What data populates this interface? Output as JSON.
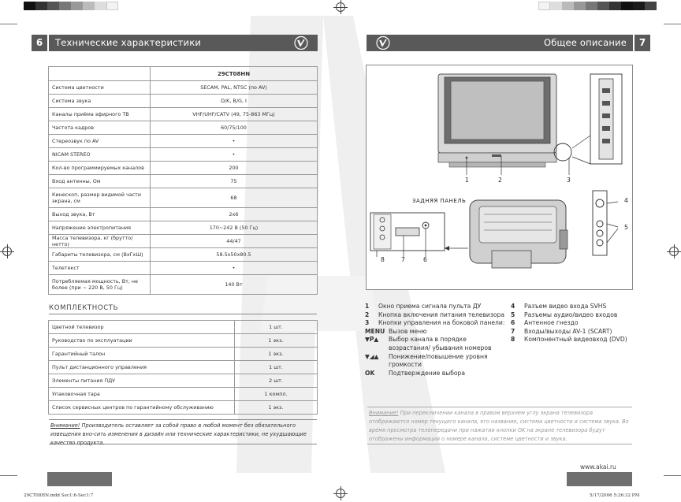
{
  "left_page": {
    "page_number": "6",
    "header_title": "Технические характеристики",
    "spec_table": {
      "model": "29CT08HN",
      "rows": [
        {
          "label": "Система цветности",
          "value": "SECAM, PAL, NTSC (по AV)"
        },
        {
          "label": "Система звука",
          "value": "D/K, B/G, I"
        },
        {
          "label": "Каналы приёма эфирного ТВ",
          "value": "VHF/UHF/CATV (49, 75-863 МГц)"
        },
        {
          "label": "Частота кадров",
          "value": "60/75/100"
        },
        {
          "label": "Стереозвук по AV",
          "value": "•"
        },
        {
          "label": "NICAM STEREO",
          "value": "•"
        },
        {
          "label": "Кол-во программируемых каналов",
          "value": "200"
        },
        {
          "label": "Вход антенны, Ом",
          "value": "75"
        },
        {
          "label": "Кинескоп, размер видимой части экрана, см",
          "value": "68"
        },
        {
          "label": "Выход звука, Вт",
          "value": "2x6"
        },
        {
          "label": "Напряжение электропитания",
          "value": "170~242 В (50 Гц)"
        },
        {
          "label": "Масса телевизора, кг (брутто/нетто)",
          "value": "44/47"
        },
        {
          "label": "Габариты телевизора, см (ВхГхШ)",
          "value": "58.5x50х80.5"
        },
        {
          "label": "Телетекст",
          "value": "•"
        },
        {
          "label": "Потребляемая мощность, Вт, не более (при ~ 220 В, 50 Гц)",
          "value": "140 Вт"
        }
      ]
    },
    "kit_title": "КОМПЛЕКТНОСТЬ",
    "kit_rows": [
      {
        "item": "Цветной телевизор",
        "qty": "1 шт."
      },
      {
        "item": "Руководство по эксплуатации",
        "qty": "1 экз."
      },
      {
        "item": "Гарантийный талон",
        "qty": "1 экз."
      },
      {
        "item": "Пульт дистанционного управления",
        "qty": "1 шт."
      },
      {
        "item": "Элементы питания ПДУ",
        "qty": "2 шт."
      },
      {
        "item": "Упаковочная тара",
        "qty": "1 компл."
      },
      {
        "item": "Список сервисных центров по гарантийному обслуживанию",
        "qty": "1 экз."
      }
    ],
    "note_label": "Внимание!",
    "note_text": "Производитель оставляет за собой право в любой момент без обязательного извещения вно-сить изменения в дизайн или технические характеристики, не ухудшающие качество продукта."
  },
  "right_page": {
    "page_number": "7",
    "header_title": "Общее описание",
    "rear_panel_label": "ЗАДНЯЯ ПАНЕЛЬ",
    "callouts": [
      "1",
      "2",
      "3",
      "4",
      "5",
      "6",
      "7",
      "8"
    ],
    "side_buttons": [
      "MENU",
      "▼",
      "▲",
      "▼",
      "▲",
      "OK"
    ],
    "legend_left": [
      {
        "key": "1",
        "text": "Окно приема сигнала пульта ДУ"
      },
      {
        "key": "2",
        "text": "Кнопка включения питания телевизора"
      },
      {
        "key": "3",
        "text": "Кнопки управления на боковой панели:"
      },
      {
        "key": "MENU",
        "text": "Вызов меню"
      },
      {
        "key": "▼P▲",
        "text": "Выбор канала в порядке возрастания/ убывания номеров"
      },
      {
        "key": "▼◢▲",
        "text": "Понижение/повышение уровня громкости"
      },
      {
        "key": "OK",
        "text": "Подтверждение выбора"
      }
    ],
    "legend_right": [
      {
        "key": "4",
        "text": "Разъем видео входа SVHS"
      },
      {
        "key": "5",
        "text": "Разъемы аудио/видео входов"
      },
      {
        "key": "6",
        "text": "Антенное гнездо"
      },
      {
        "key": "7",
        "text": "Входы/выходы AV-1 (SCART)"
      },
      {
        "key": "8",
        "text": "Компонентный видеовход (DVD)"
      }
    ],
    "note_label": "Внимание!",
    "note_text": "При переключении канала в правом верхнем углу экрана телевизора отображаются номер текущего канала, его название, система цветности и система звука. Во время просмотра телепередачи при нажатии кнопки OK на экране телевизора будут отображены информация о номере канала, системе цветности и звука.",
    "website": "www.akai.ru"
  },
  "slug": {
    "left": "29CT08HN.indd Sec1:6-Sec1:7",
    "right": "5/17/2006 5:26:32 PM"
  },
  "colors": {
    "header": "#595959",
    "footer": "#6f6f6f",
    "watermark": "#ececec"
  }
}
